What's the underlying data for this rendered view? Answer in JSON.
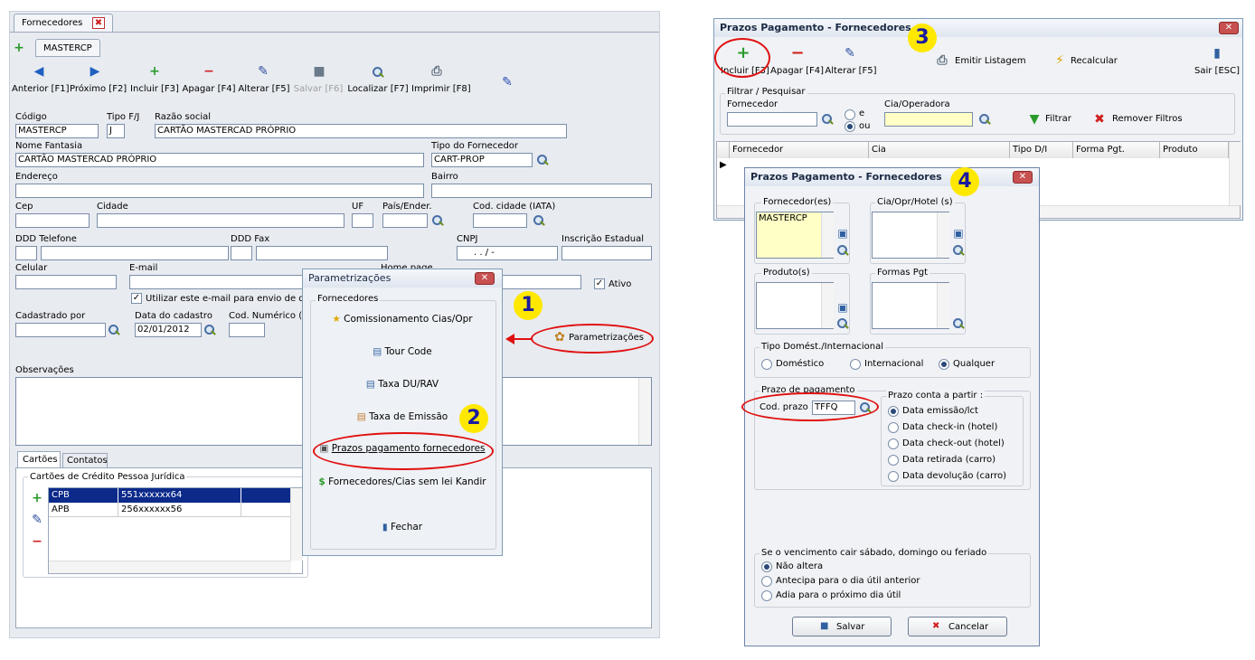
{
  "left_form": {
    "tab_title": "Fornecedores",
    "record_tab": "MASTERCP",
    "toolbar": [
      "Anterior [F1]",
      "Próximo [F2]",
      "Incluir [F3]",
      "Apagar [F4]",
      "Alterar [F5]",
      "Salvar [F6]",
      "Localizar [F7]",
      "Imprimir [F8]"
    ],
    "fields": {
      "codigo_label": "Código",
      "codigo_value": "MASTERCP",
      "tipofj_label": "Tipo F/J",
      "tipofj_value": "J",
      "razao_label": "Razão social",
      "razao_value": "CARTÃO MASTERCAD PRÓPRIO",
      "fantasia_label": "Nome Fantasia",
      "fantasia_value": "CARTÃO MASTERCAD PRÓPRIO",
      "tipofor_label": "Tipo do Fornecedor",
      "tipofor_value": "CART-PROP",
      "endereco_label": "Endereço",
      "bairro_label": "Bairro",
      "cep_label": "Cep",
      "cidade_label": "Cidade",
      "uf_label": "UF",
      "pais_label": "País/Ender.",
      "codcidade_label": "Cod. cidade (IATA)",
      "ddd_tel_label": "DDD Telefone",
      "ddd_fax_label": "DDD Fax",
      "cnpj_label": "CNPJ",
      "cnpj_value": ". . /  -",
      "ie_label": "Inscrição Estadual",
      "celular_label": "Celular",
      "email_label": "E-mail",
      "home_label": "Home page",
      "ativo_label": "Ativo",
      "email_check_label": "Utilizar este e-mail para envio de docu",
      "cadastrado_label": "Cadastrado por",
      "datacad_label": "Data do cadastro",
      "datacad_value": "02/01/2012",
      "codnum_label": "Cod. Numérico (IA",
      "obs_label": "Observações"
    },
    "param_button": "Parametrizações",
    "tabs": [
      "Cartões",
      "Contatos"
    ],
    "cards_group": "Cartões de Crédito Pessoa Jurídica",
    "cards": [
      {
        "code": "CPB",
        "number": "551xxxxxx64"
      },
      {
        "code": "APB",
        "number": "256xxxxxx56"
      }
    ]
  },
  "param_dialog": {
    "title": "Parametrizações",
    "section": "Fornecedores",
    "items": [
      "Comissionamento Cias/Opr",
      "Tour Code",
      "Taxa DU/RAV",
      "Taxa de Emissão",
      "Prazos pagamento fornecedores",
      "Fornecedores/Cias sem lei Kandir",
      "Fechar"
    ]
  },
  "prazos_window": {
    "title": "Prazos Pagamento - Fornecedores",
    "toolbar": [
      "Incluir [F3]",
      "Apagar [F4]",
      "Alterar [F5]",
      "Emitir Listagem",
      "Recalcular",
      "Sair [ESC]"
    ],
    "filter_group": "Filtrar / Pesquisar",
    "fornecedor_label": "Fornecedor",
    "e_label": "e",
    "ou_label": "ou",
    "cia_label": "Cia/Operadora",
    "filtrar": "Filtrar",
    "remover": "Remover Filtros",
    "columns": [
      "Fornecedor",
      "Cia",
      "Tipo D/I",
      "Forma Pgt.",
      "Produto"
    ]
  },
  "prazos_dialog": {
    "title": "Prazos Pagamento - Fornecedores",
    "fornecedores_label": "Fornecedor(es)",
    "fornecedores_value": "MASTERCP",
    "cia_label": "Cia/Opr/Hotel (s)",
    "produto_label": "Produto(s)",
    "formas_label": "Formas Pgt",
    "tipo_group": "Tipo Domést./Internacional",
    "tipo_options": [
      "Doméstico",
      "Internacional",
      "Qualquer"
    ],
    "prazo_group": "Prazo de pagamento",
    "codprazo_label": "Cod. prazo",
    "codprazo_value": "TFFQ",
    "conta_group": "Prazo conta a partir :",
    "conta_options": [
      "Data emissão/lct",
      "Data check-in (hotel)",
      "Data check-out (hotel)",
      "Data retirada (carro)",
      "Data devolução (carro)"
    ],
    "venc_group": "Se o vencimento cair sábado, domingo ou feriado",
    "venc_options": [
      "Não altera",
      "Antecipa para o dia útil anterior",
      "Adia para o próximo dia útil"
    ],
    "salvar": "Salvar",
    "cancelar": "Cancelar"
  },
  "badges": [
    "1",
    "2",
    "3",
    "4"
  ]
}
